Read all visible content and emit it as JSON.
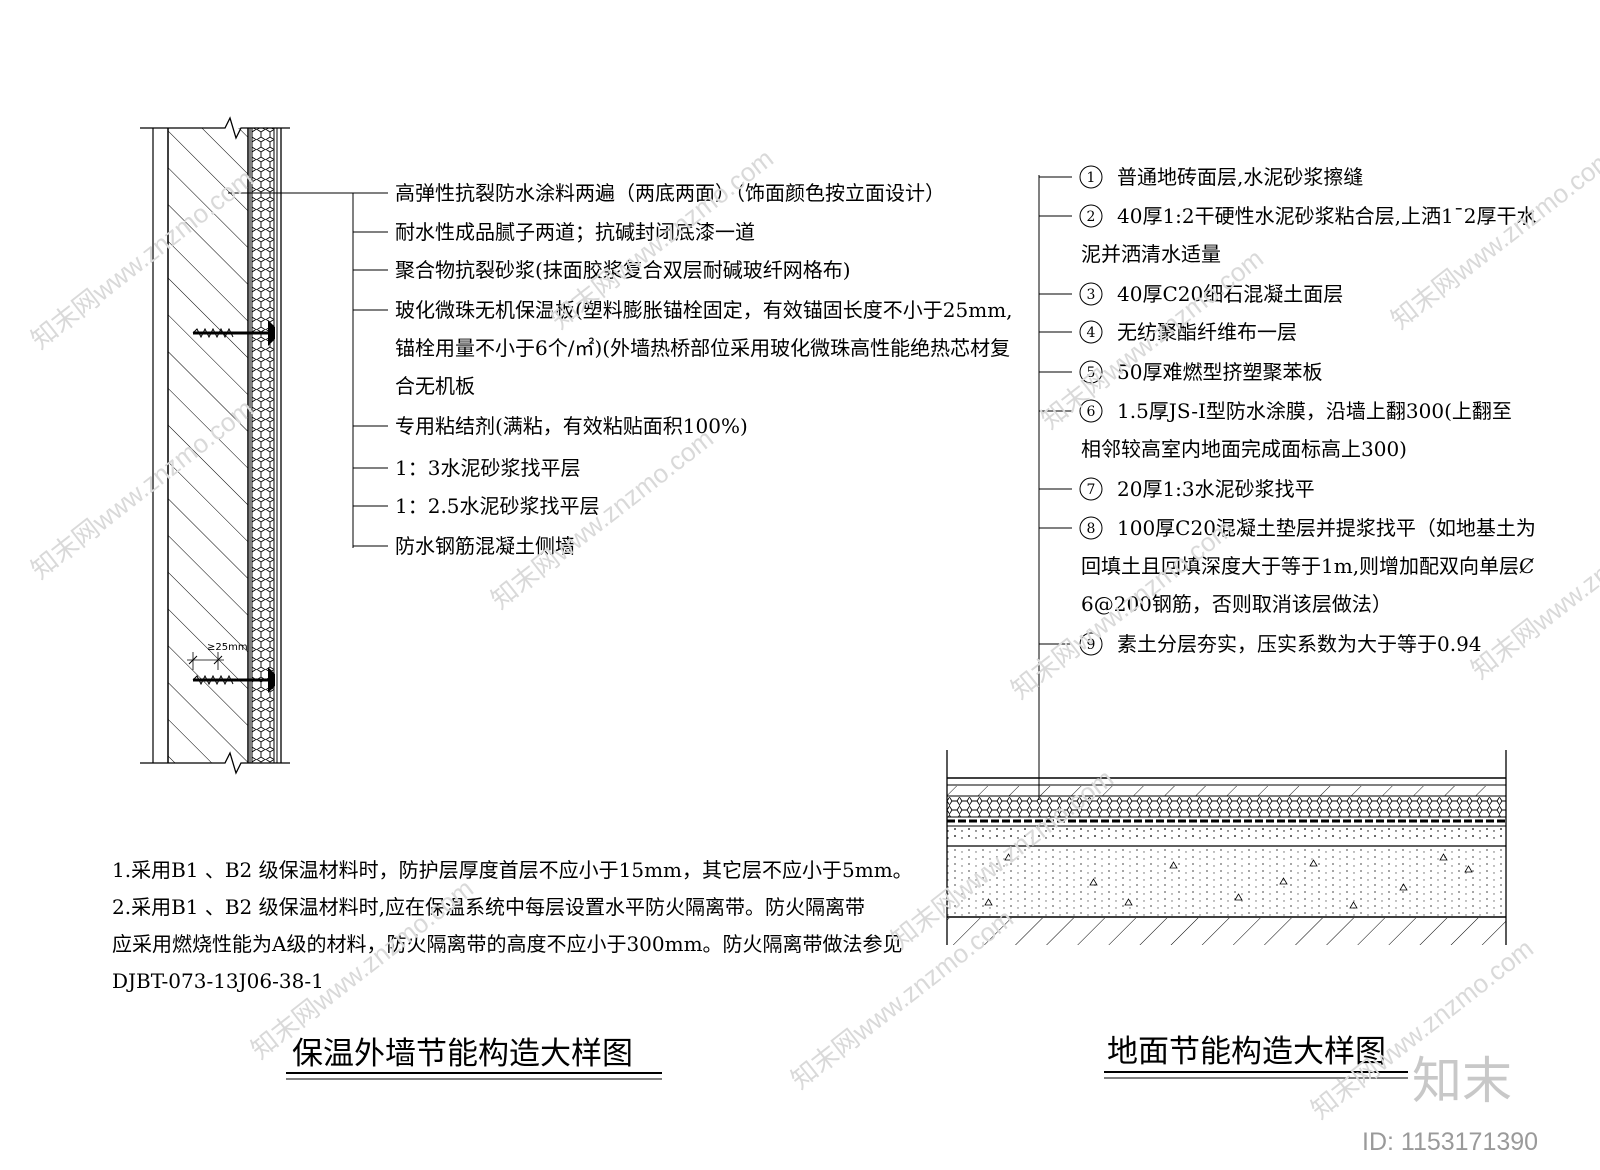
{
  "wall_detail": {
    "title": "保温外墙节能构造大样图",
    "anchor_dimension": "≥25mm",
    "layers": [
      "高弹性抗裂防水涂料两遍（两底两面）（饰面颜色按立面设计）",
      "耐水性成品腻子两道；抗碱封闭底漆一道",
      "聚合物抗裂砂浆(抹面胶浆复合双层耐碱玻纤网格布)",
      "玻化微珠无机保温板(塑料膨胀锚栓固定，有效锚固长度不小于25mm,",
      "锚栓用量不小于6个/㎡)(外墙热桥部位采用玻化微珠高性能绝热芯材复",
      "合无机板",
      "专用粘结剂(满粘，有效粘贴面积100%)",
      "1：3水泥砂浆找平层",
      "1：2.5水泥砂浆找平层",
      "防水钢筋混凝土侧墙"
    ]
  },
  "floor_detail": {
    "title": "地面节能构造大样图",
    "layers": [
      {
        "num": "1",
        "lines": [
          "普通地砖面层,水泥砂浆擦缝"
        ]
      },
      {
        "num": "2",
        "lines": [
          "40厚1:2干硬性水泥砂浆粘合层,上洒1¯2厚干水",
          "泥并洒清水适量"
        ]
      },
      {
        "num": "3",
        "lines": [
          "40厚C20细石混凝土面层"
        ]
      },
      {
        "num": "4",
        "lines": [
          "无纺聚酯纤维布一层"
        ]
      },
      {
        "num": "5",
        "lines": [
          "50厚难燃型挤塑聚苯板"
        ]
      },
      {
        "num": "6",
        "lines": [
          "1.5厚JS-Ⅰ型防水涂膜，沿墙上翻300(上翻至",
          "相邻较高室内地面完成面标高上300)"
        ]
      },
      {
        "num": "7",
        "lines": [
          "20厚1:3水泥砂浆找平"
        ]
      },
      {
        "num": "8",
        "lines": [
          "100厚C20混凝土垫层并提浆找平（如地基土为",
          "回填土且回填深度大于等于1m,则增加配双向单层Ȼ",
          "6@200钢筋，否则取消该层做法）"
        ]
      },
      {
        "num": "9",
        "lines": [
          "素土分层夯实，压实系数为大于等于0.94"
        ]
      }
    ]
  },
  "notes": [
    "1.采用B1 、B2 级保温材料时，防护层厚度首层不应小于15mm，其它层不应小于5mm。",
    "2.采用B1 、B2 级保温材料时,应在保温系统中每层设置水平防火隔离带。防火隔离带",
    "应采用燃烧性能为A级的材料，防火隔离带的高度不应小于300mm。防火隔离带做法参见",
    "DJBT-073-13J06-38-1"
  ],
  "watermark": {
    "text": "知末网www.znzmo.com",
    "brand": "知末",
    "id_label": "ID: 1153171390"
  }
}
